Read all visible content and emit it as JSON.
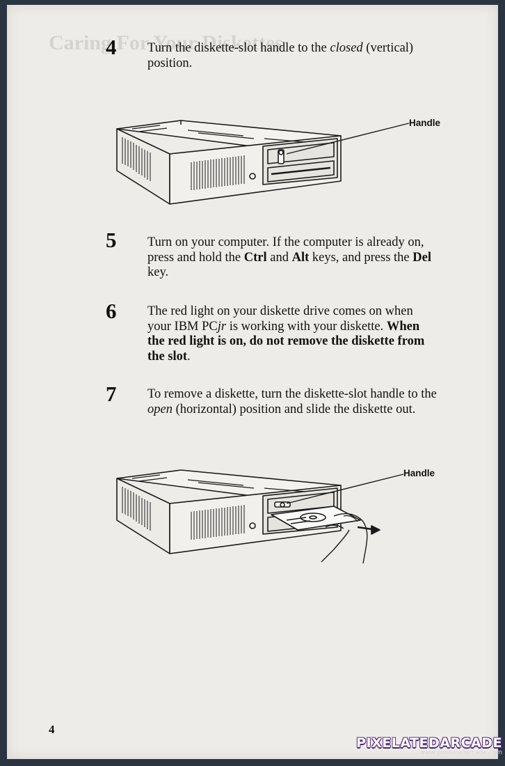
{
  "page_number": "4",
  "steps": [
    {
      "number": "4",
      "text_before": "Turn the diskette-slot handle to the ",
      "emph": "closed",
      "text_after": " (vertical) position."
    },
    {
      "number": "5",
      "text_1": "Turn on your computer.  If the computer is already on, press and hold the ",
      "key1": "Ctrl",
      "text_2": " and ",
      "key2": "Alt",
      "text_3": " keys, and press the ",
      "key3": "Del",
      "text_4": " key."
    },
    {
      "number": "6",
      "text_1": "The red light on your diskette drive comes on when your IBM PC",
      "emph": "jr",
      "text_2": " is working with your diskette.  ",
      "bold": "When the red light is on, do not remove the diskette from the slot",
      "text_3": "."
    },
    {
      "number": "7",
      "text_1": "To remove a diskette, turn the diskette-slot handle to the ",
      "emph": "open",
      "text_2": " (horizontal) position and slide the diskette out."
    }
  ],
  "figures": {
    "closed_label": "Handle",
    "open_label": "Handle"
  },
  "watermark": {
    "title": "PIXELATEDARCADE",
    "url": "www.pixelatedarcade.com"
  }
}
